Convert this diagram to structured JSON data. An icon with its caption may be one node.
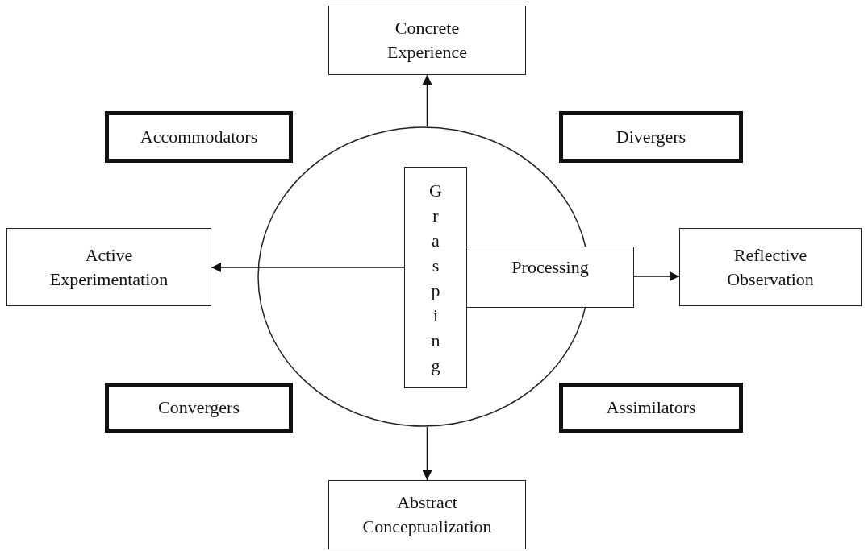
{
  "diagram": {
    "nodes": [
      {
        "text": [
          "Concrete Experience"
        ]
      },
      {
        "text": [
          "Accommodators"
        ]
      },
      {
        "text": [
          "Divergers"
        ]
      },
      {
        "text": [],
        "shape": "circle"
      },
      {
        "text": [
          "Active Experimentation"
        ]
      },
      {
        "text": [
          "Grasping"
        ],
        "in": 3
      },
      {
        "text": [
          "Processing"
        ]
      },
      {
        "text": [
          "Reflective Observation"
        ]
      },
      {
        "text": [
          "Convergers"
        ]
      },
      {
        "text": [
          "Assimilators"
        ]
      },
      {
        "text": [
          "Abstract Conceptualization"
        ]
      }
    ],
    "edges": [
      {
        "from": 3,
        "to": 0,
        "arrow": "to"
      },
      {
        "from": 5,
        "to": 4,
        "arrow": "to"
      },
      {
        "from": 6,
        "to": 7,
        "arrow": "to"
      },
      {
        "from": 3,
        "to": 10,
        "arrow": "to"
      }
    ]
  }
}
